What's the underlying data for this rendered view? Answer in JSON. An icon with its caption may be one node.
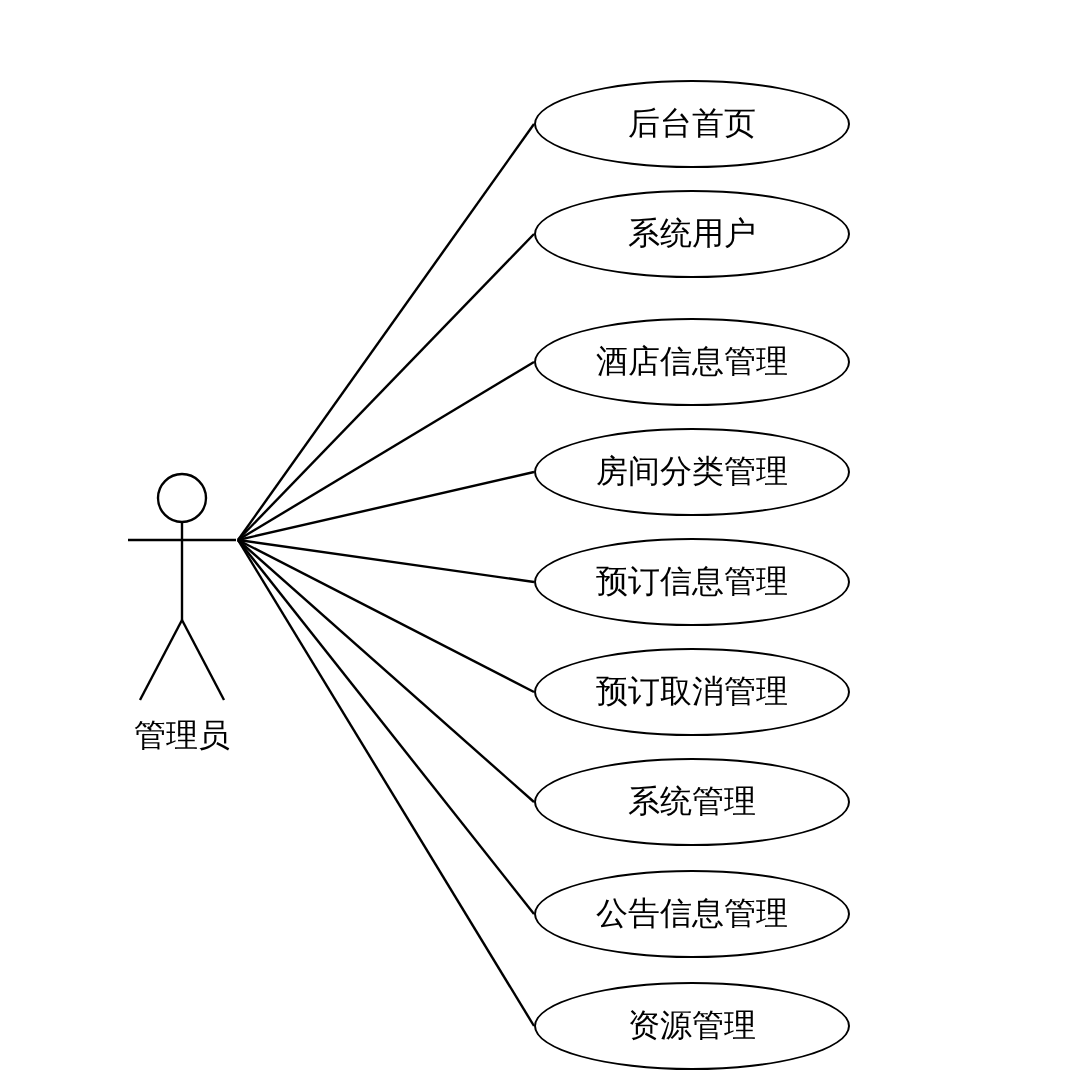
{
  "diagram": {
    "nodes": [
      {
        "text": [
          "管理员"
        ]
      },
      {
        "text": [
          "后台首页"
        ]
      },
      {
        "text": [
          "系统用户"
        ]
      },
      {
        "text": [
          "酒店信息管理"
        ]
      },
      {
        "text": [
          "房间分类管理"
        ]
      },
      {
        "text": [
          "预订信息管理"
        ]
      },
      {
        "text": [
          "预订取消管理"
        ]
      },
      {
        "text": [
          "系统管理"
        ]
      },
      {
        "text": [
          "公告信息管理"
        ]
      },
      {
        "text": [
          "资源管理"
        ]
      }
    ],
    "edges": [
      {
        "from": 0,
        "to": 1,
        "arrow": "none"
      },
      {
        "from": 0,
        "to": 2,
        "arrow": "none"
      },
      {
        "from": 0,
        "to": 3,
        "arrow": "none"
      },
      {
        "from": 0,
        "to": 4,
        "arrow": "none"
      },
      {
        "from": 0,
        "to": 5,
        "arrow": "none"
      },
      {
        "from": 0,
        "to": 6,
        "arrow": "none"
      },
      {
        "from": 0,
        "to": 7,
        "arrow": "none"
      },
      {
        "from": 0,
        "to": 8,
        "arrow": "none"
      },
      {
        "from": 0,
        "to": 9,
        "arrow": "none"
      }
    ]
  }
}
